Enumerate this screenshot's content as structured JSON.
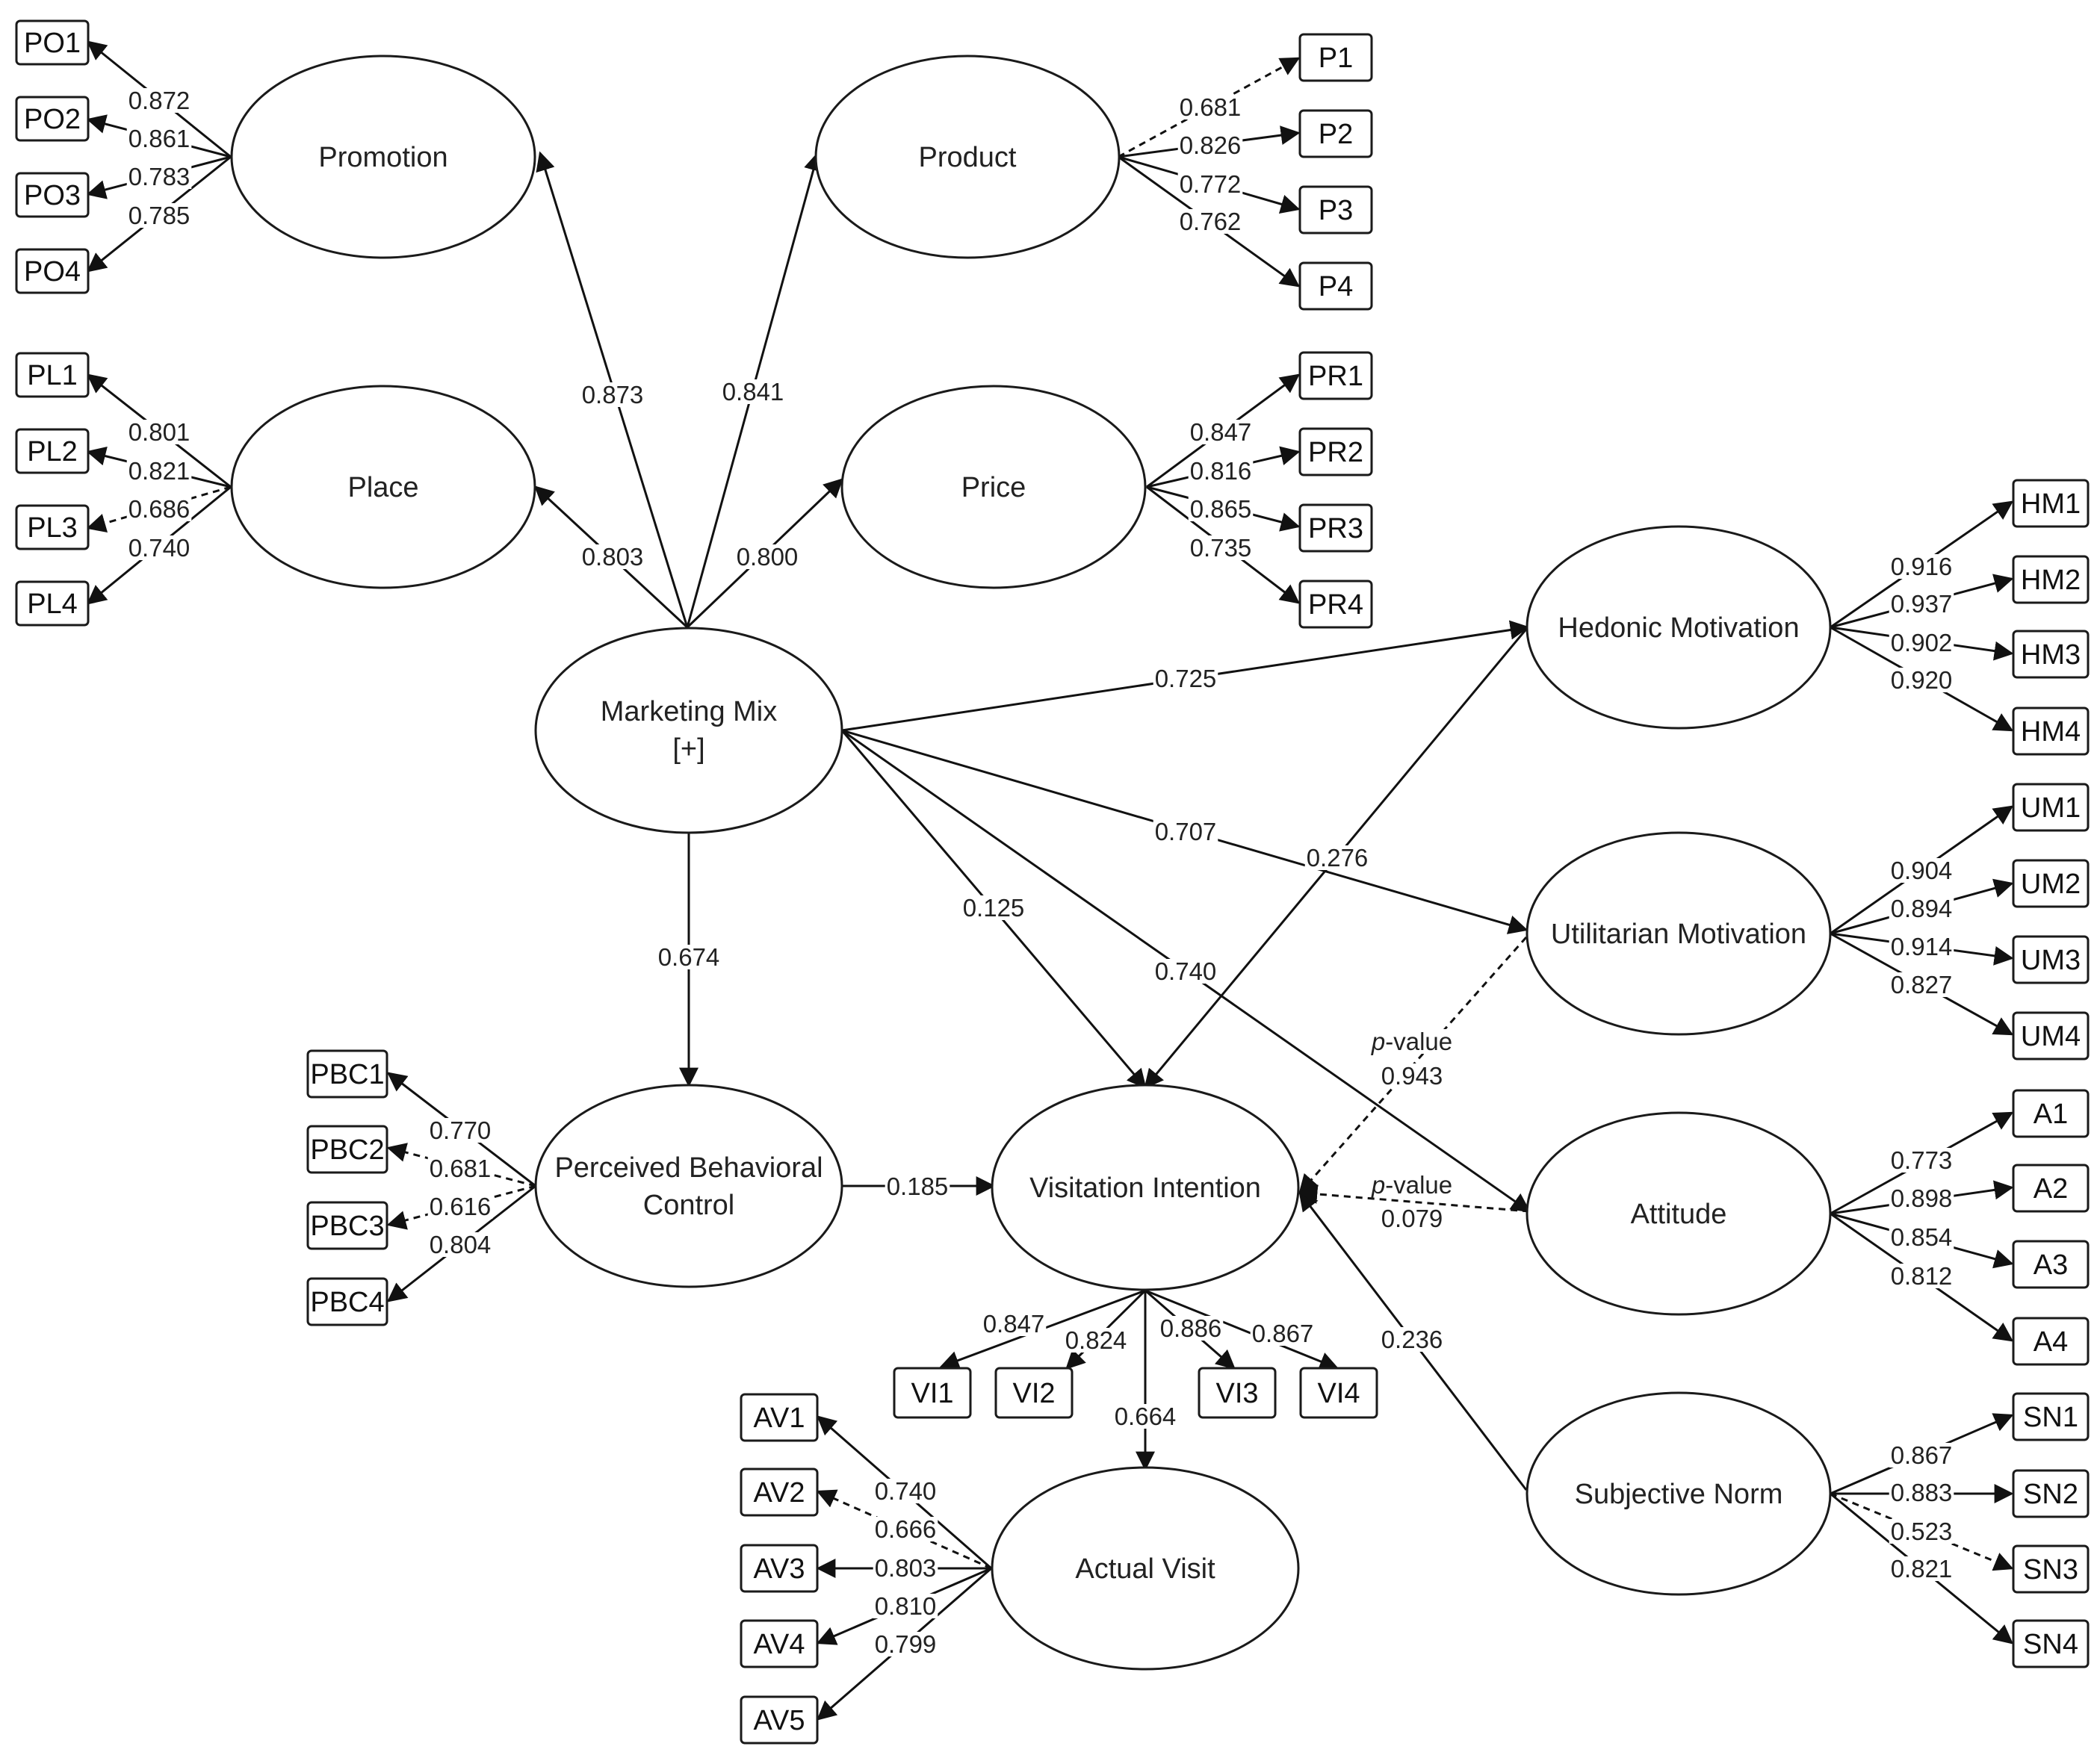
{
  "latent": {
    "promotion": "Promotion",
    "product": "Product",
    "place": "Place",
    "price": "Price",
    "mm": [
      "Marketing Mix",
      "[+]"
    ],
    "hm": "Hedonic Motivation",
    "um": "Utilitarian Motivation",
    "pbc": [
      "Perceived Behavioral",
      "Control"
    ],
    "vi": "Visitation Intention",
    "att": "Attitude",
    "av": "Actual Visit",
    "sn": "Subjective Norm"
  },
  "indicators": {
    "po": [
      "PO1",
      "PO2",
      "PO3",
      "PO4"
    ],
    "pl": [
      "PL1",
      "PL2",
      "PL3",
      "PL4"
    ],
    "p": [
      "P1",
      "P2",
      "P3",
      "P4"
    ],
    "pr": [
      "PR1",
      "PR2",
      "PR3",
      "PR4"
    ],
    "hm": [
      "HM1",
      "HM2",
      "HM3",
      "HM4"
    ],
    "um": [
      "UM1",
      "UM2",
      "UM3",
      "UM4"
    ],
    "a": [
      "A1",
      "A2",
      "A3",
      "A4"
    ],
    "sn": [
      "SN1",
      "SN2",
      "SN3",
      "SN4"
    ],
    "pbc": [
      "PBC1",
      "PBC2",
      "PBC3",
      "PBC4"
    ],
    "vi": [
      "VI1",
      "VI2",
      "VI3",
      "VI4"
    ],
    "av": [
      "AV1",
      "AV2",
      "AV3",
      "AV4",
      "AV5"
    ]
  },
  "loadings": {
    "po": [
      "0.872",
      "0.861",
      "0.783",
      "0.785"
    ],
    "pl": [
      "0.801",
      "0.821",
      "0.686",
      "0.740"
    ],
    "p": [
      "0.681",
      "0.826",
      "0.772",
      "0.762"
    ],
    "pr": [
      "0.847",
      "0.816",
      "0.865",
      "0.735"
    ],
    "hm": [
      "0.916",
      "0.937",
      "0.902",
      "0.920"
    ],
    "um": [
      "0.904",
      "0.894",
      "0.914",
      "0.827"
    ],
    "a": [
      "0.773",
      "0.898",
      "0.854",
      "0.812"
    ],
    "sn": [
      "0.867",
      "0.883",
      "0.523",
      "0.821"
    ],
    "pbc": [
      "0.770",
      "0.681",
      "0.616",
      "0.804"
    ],
    "vi": [
      "0.847",
      "0.824",
      "0.886",
      "0.867"
    ],
    "av": [
      "0.740",
      "0.666",
      "0.803",
      "0.810",
      "0.799"
    ]
  },
  "paths": {
    "mm_promotion": "0.873",
    "mm_product": "0.841",
    "mm_place": "0.803",
    "mm_price": "0.800",
    "mm_hm": "0.725",
    "mm_um": "0.707",
    "mm_att": "0.740",
    "mm_vi": "0.125",
    "mm_pbc": "0.674",
    "hm_vi": "0.276",
    "pbc_vi": "0.185",
    "vi_av": "0.664",
    "sn_vi": "0.236"
  },
  "pvalues": {
    "prefix": "p",
    "suffix": "-value",
    "um_vi": "0.943",
    "att_vi": "0.079"
  }
}
